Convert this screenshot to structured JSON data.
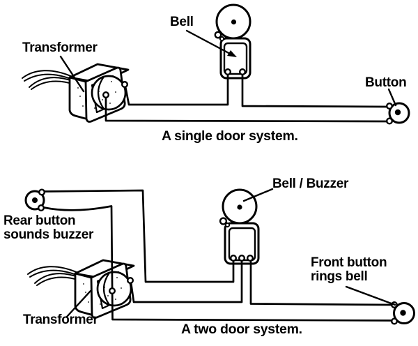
{
  "figure": {
    "background": "#ffffff",
    "ink": "#000000",
    "top_diagram": {
      "caption": "A single door system.",
      "labels": {
        "transformer": "Transformer",
        "bell": "Bell",
        "button": "Button"
      }
    },
    "bottom_diagram": {
      "caption": "A two door system.",
      "labels": {
        "bell_buzzer": "Bell / Buzzer",
        "rear_button": [
          "Rear button",
          "sounds buzzer"
        ],
        "front_button": [
          "Front button",
          "rings bell"
        ],
        "transformer": "Transformer"
      }
    }
  }
}
